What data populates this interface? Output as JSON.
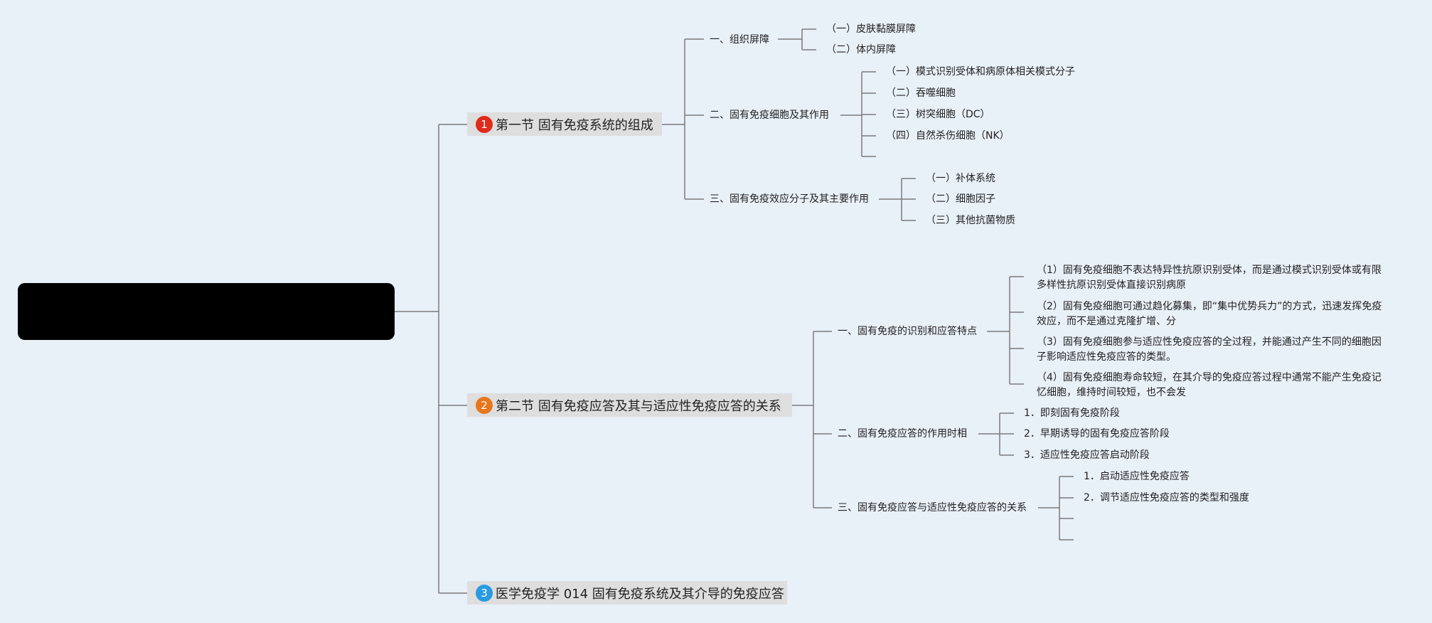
{
  "root": {
    "title": ""
  },
  "colors": {
    "badge_1": "#e02a1b",
    "badge_2": "#e8761c",
    "badge_3": "#2a9be0",
    "line": "#7a7a7a"
  },
  "topics": [
    {
      "number": "1",
      "label": "第一节 固有免疫系统的组成",
      "children": [
        {
          "label": "一、组织屏障",
          "children": [
            "（一）皮肤黏膜屏障",
            "（二）体内屏障"
          ]
        },
        {
          "label": "二、固有免疫细胞及其作用",
          "children": [
            "（一）模式识别受体和病原体相关模式分子",
            "（二）吞噬细胞",
            "（三）树突细胞（DC）",
            "（四）自然杀伤细胞（NK）",
            ""
          ]
        },
        {
          "label": "三、固有免疫效应分子及其主要作用",
          "children": [
            "（一）补体系统",
            "（二）细胞因子",
            "（三）其他抗菌物质"
          ]
        }
      ]
    },
    {
      "number": "2",
      "label": "第二节 固有免疫应答及其与适应性免疫应答的关系",
      "children": [
        {
          "label": "一、固有免疫的识别和应答特点",
          "children": [
            "（1）固有免疫细胞不表达特异性抗原识别受体，而是通过模式识别受体或有限多样性抗原识别受体直接识别病原",
            "（2）固有免疫细胞可通过趋化募集，即“集中优势兵力”的方式，迅速发挥免疫效应，而不是通过克隆扩增、分",
            "（3）固有免疫细胞参与适应性免疫应答的全过程，并能通过产生不同的细胞因子影响适应性免疫应答的类型。",
            "（4）固有免疫细胞寿命较短，在其介导的免疫应答过程中通常不能产生免疫记忆细胞，维持时间较短，也不会发"
          ]
        },
        {
          "label": "二、固有免疫应答的作用时相",
          "children": [
            "1．即刻固有免疫阶段",
            "2．早期诱导的固有免疫应答阶段",
            "3．适应性免疫应答启动阶段"
          ]
        },
        {
          "label": "三、固有免疫应答与适应性免疫应答的关系",
          "children": [
            "1．启动适应性免疫应答",
            "2．调节适应性免疫应答的类型和强度",
            "",
            ""
          ]
        }
      ]
    },
    {
      "number": "3",
      "label": "医学免疫学 014 固有免疫系统及其介导的免疫应答",
      "children": []
    }
  ]
}
